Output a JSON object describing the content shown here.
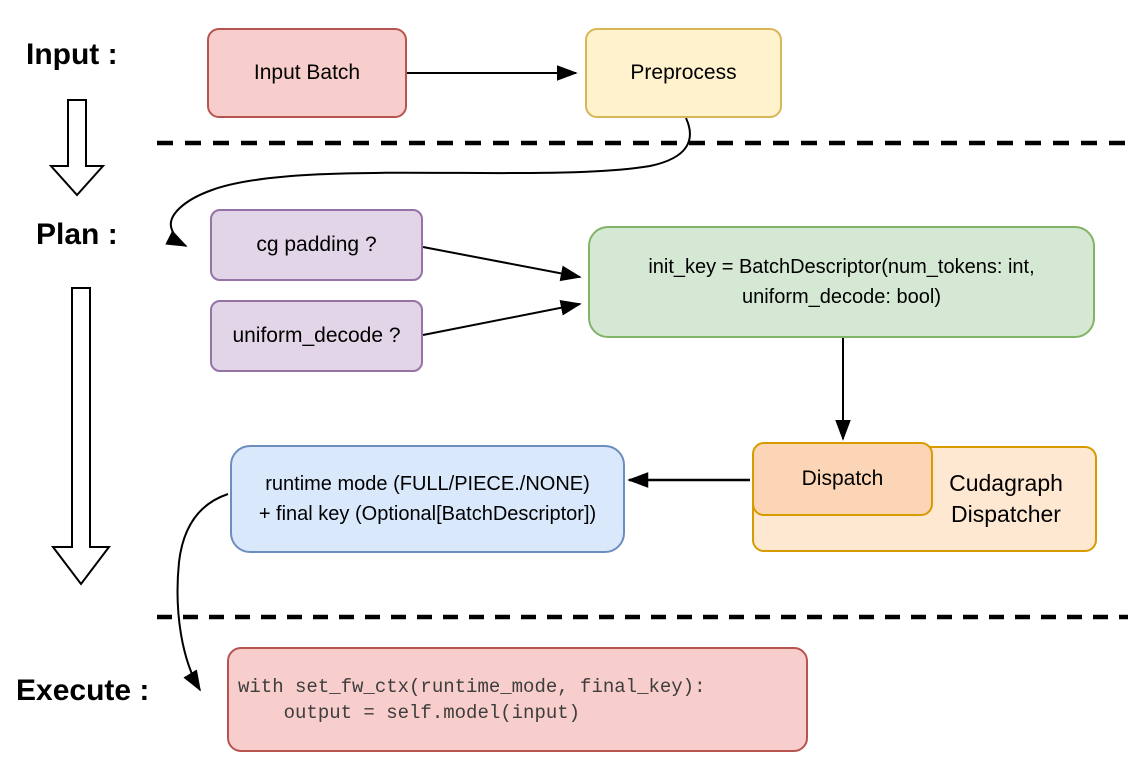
{
  "diagram": {
    "title": "Cudagraph dispatch flow diagram",
    "stages": {
      "input_label": "Input :",
      "plan_label": "Plan :",
      "execute_label": "Execute :"
    },
    "nodes": {
      "input_batch": "Input Batch",
      "preprocess": "Preprocess",
      "cg_padding": "cg padding ?",
      "uniform_decode": "uniform_decode ?",
      "init_key_line1": "init_key = BatchDescriptor(num_tokens: int,",
      "init_key_line2": "uniform_decode: bool)",
      "runtime_line1": "runtime mode (FULL/PIECE./NONE)",
      "runtime_line2": "+ final key (Optional[BatchDescriptor])",
      "dispatch": "Dispatch",
      "cudagraph_line1": "Cudagraph",
      "cudagraph_line2": "Dispatcher",
      "code_line1": "with set_fw_ctx(runtime_mode, final_key):",
      "code_line2": "    output = self.model(input)"
    },
    "colors": {
      "pink_fill": "#f8cecc",
      "pink_border": "#b85450",
      "yellow_fill": "#fff2cc",
      "yellow_border": "#d6b656",
      "purple_fill": "#e1d5e7",
      "purple_border": "#9673a6",
      "green_fill": "#d5e8d4",
      "green_border": "#82b366",
      "blue_fill": "#dae8fc",
      "blue_border": "#6c8ebf",
      "orange_outer_fill": "#ffe8d1",
      "orange_border": "#d79b00",
      "dispatch_fill": "#fbd5b5",
      "connector": "#000000",
      "code_text": "#3d3d3d"
    }
  }
}
